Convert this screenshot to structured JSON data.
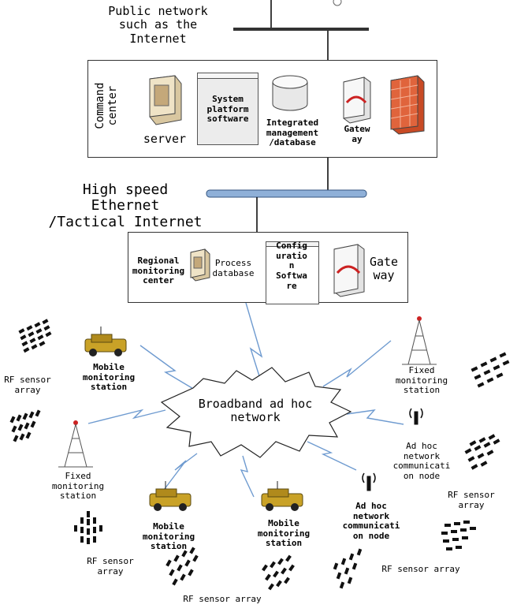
{
  "top": {
    "network_label": "Public network\nsuch as the\nInternet"
  },
  "command_center": {
    "side_label": "Command\ncenter",
    "server_label": "server",
    "platform_label": "System\nplatform\nsoftware",
    "database_label": "Integrated\nmanagement\n/database",
    "gateway_label": "Gatew\nay"
  },
  "backbone": {
    "label": "High speed\nEthernet\n/Tactical Internet"
  },
  "regional_center": {
    "title": "Regional\nmonitoring\ncenter",
    "process_label": "Process\ndatabase",
    "config_label": "Config\nuratio\nn\nSoftwa\nre",
    "gateway_label": "Gate\nway"
  },
  "cloud": {
    "label": "Broadband ad hoc\nnetwork"
  },
  "nodes": {
    "rf_left_top": "RF sensor\narray",
    "mobile_top": "Mobile\nmonitoring\nstation",
    "fixed_right": "Fixed\nmonitoring\nstation",
    "adhoc_right": "Ad hoc\nnetwork\ncommunicati\non node",
    "fixed_left": "Fixed\nmonitoring\nstation",
    "mobile_mid": "Mobile\nmonitoring\nstation",
    "mobile_bottom": "Mobile\nmonitoring\nstation",
    "adhoc_bottom": "Ad hoc\nnetwork\ncommunicati\non node",
    "rf_right_mid": "RF sensor\narray",
    "rf_left_bottom": "RF sensor\narray",
    "rf_right_bottom": "RF sensor array",
    "rf_bottom": "RF sensor array"
  },
  "colors": {
    "bus_blue": "#8fb0d8",
    "lightning_blue": "#6f9bd0",
    "vehicle_gold": "#c9a227",
    "firewall_orange": "#e0643c",
    "tower_red": "#cc2222"
  }
}
